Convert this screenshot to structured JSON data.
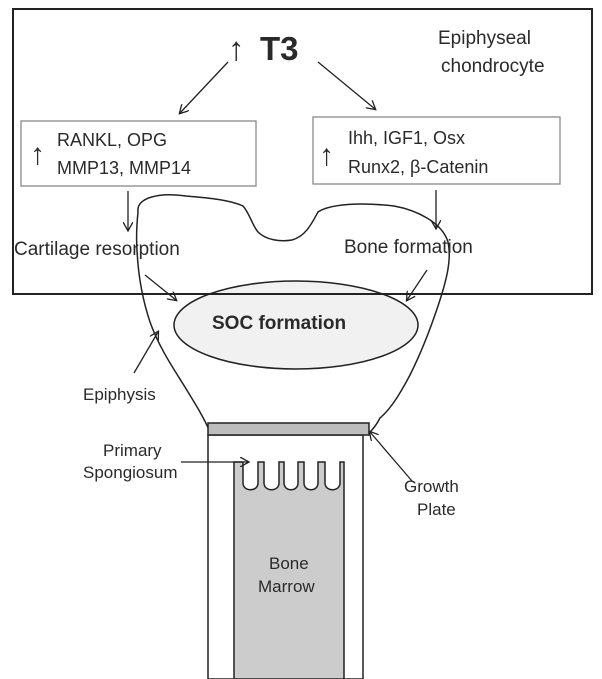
{
  "hormone": "T3",
  "cell_type": {
    "line1": "Epiphyseal",
    "line2": "chondrocyte"
  },
  "left_box": {
    "line1": "RANKL, OPG",
    "line2": "MMP13, MMP14"
  },
  "right_box": {
    "line1": "Ihh, IGF1, Osx",
    "line2": "Runx2, β-Catenin"
  },
  "process_left": "Cartilage resorption",
  "process_right": "Bone formation",
  "center": "SOC formation",
  "labels": {
    "epiphysis": "Epiphysis",
    "primary_spongiosum": {
      "line1": "Primary",
      "line2": "Spongiosum"
    },
    "growth_plate": {
      "line1": "Growth",
      "line2": "Plate"
    },
    "bone_marrow": {
      "line1": "Bone",
      "line2": "Marrow"
    }
  },
  "up_arrow_glyph": "↑",
  "colors": {
    "line": "#222222",
    "bone_marrow_fill": "#cccccc",
    "growth_plate_fill": "#bdbdbd",
    "soc_fill": "#f1f1f1",
    "box_border": "#888888"
  }
}
